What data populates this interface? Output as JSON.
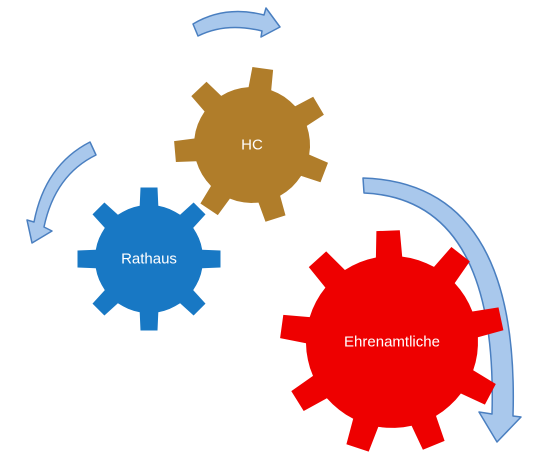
{
  "gears": [
    {
      "id": "hc",
      "label": "HC",
      "color": "#B07D2A"
    },
    {
      "id": "rathaus",
      "label": "Rathaus",
      "color": "#1878C4"
    },
    {
      "id": "ehrenamtliche",
      "label": "Ehrenamtliche",
      "color": "#EE0000"
    }
  ],
  "arrows": {
    "fill": "#A9C8EC",
    "stroke": "#4A7FC0"
  }
}
